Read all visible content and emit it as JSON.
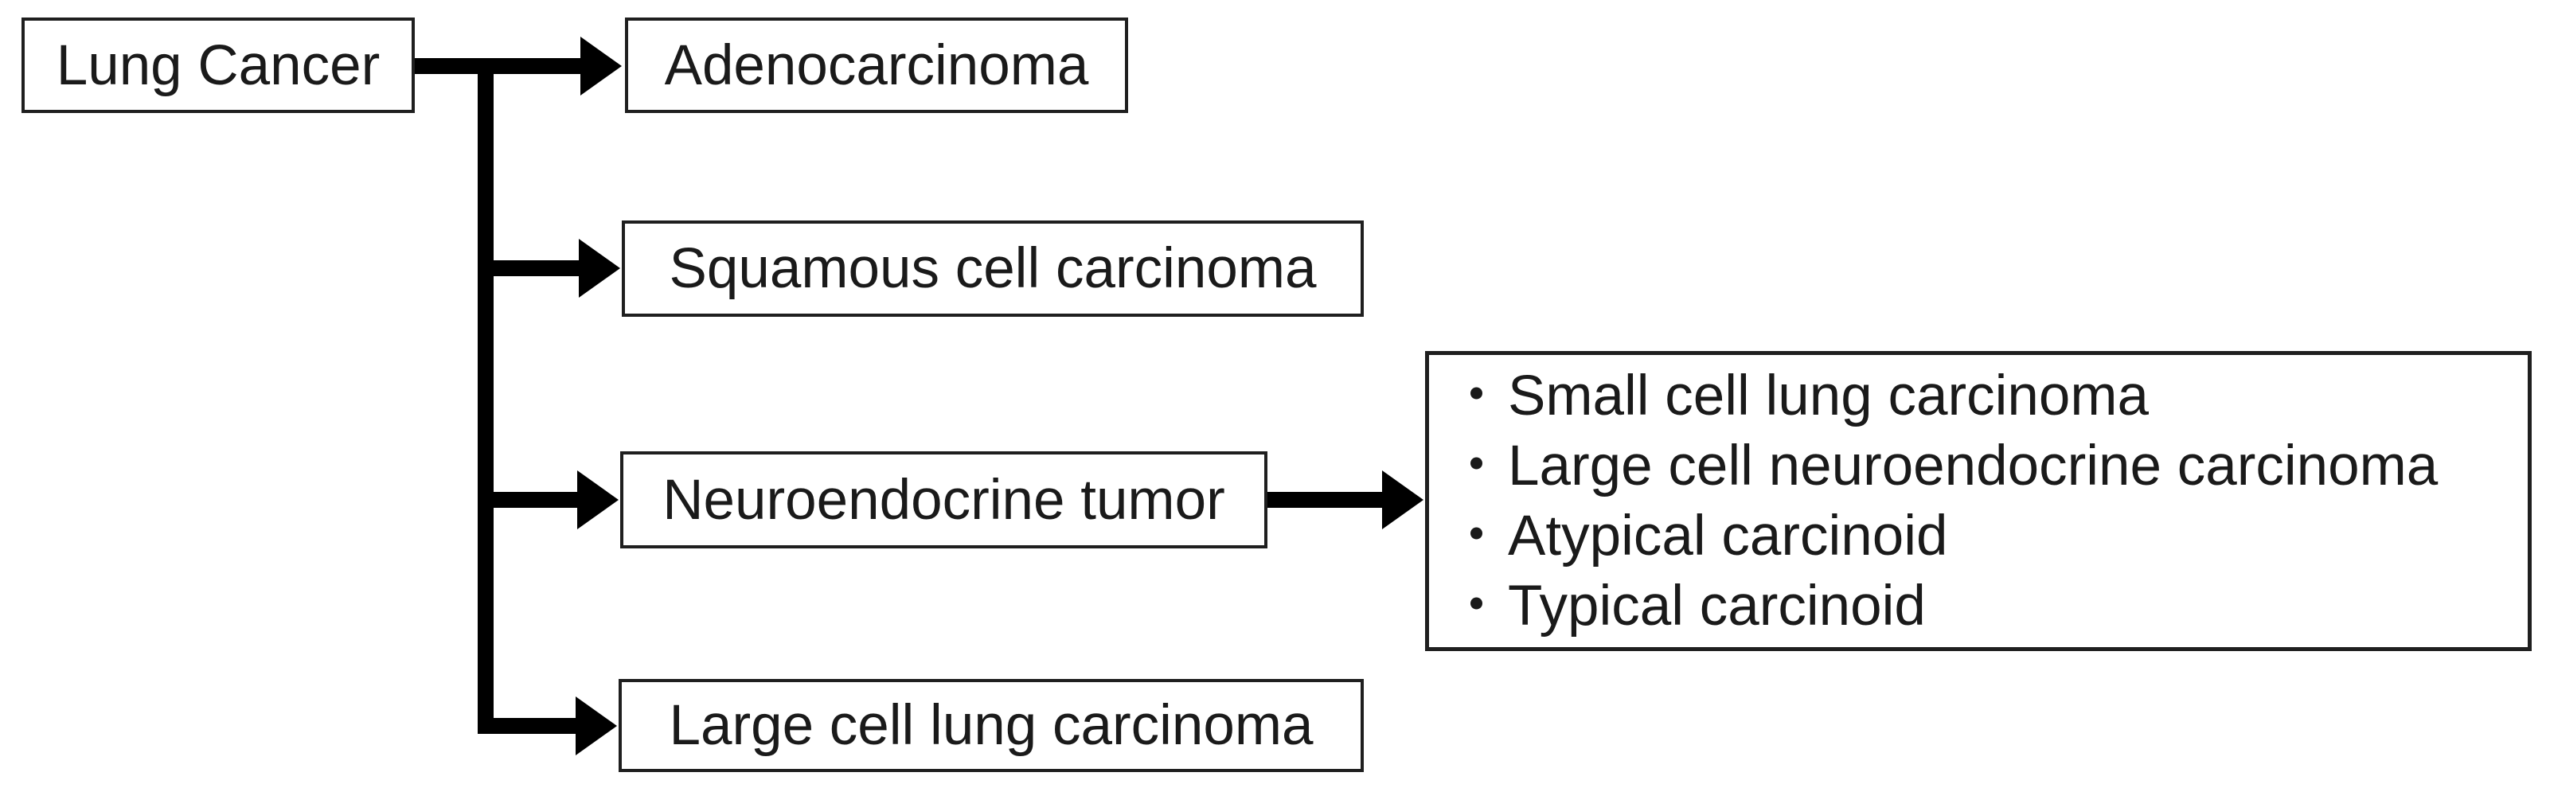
{
  "diagram": {
    "background": "#ffffff",
    "line_color": "#000000",
    "border_color": "#1f1f1f",
    "text_color": "#1a1a1a",
    "root": {
      "label": "Lung Cancer"
    },
    "branches": [
      {
        "label": "Adenocarcinoma"
      },
      {
        "label": "Squamous cell carcinoma"
      },
      {
        "label": "Neuroendocrine tumor"
      },
      {
        "label": "Large cell lung carcinoma"
      }
    ],
    "subtype_list": {
      "bullet": "・",
      "items": [
        "Small cell lung carcinoma",
        "Large cell neuroendocrine carcinoma",
        "Atypical carcinoid",
        "Typical carcinoid"
      ]
    }
  }
}
